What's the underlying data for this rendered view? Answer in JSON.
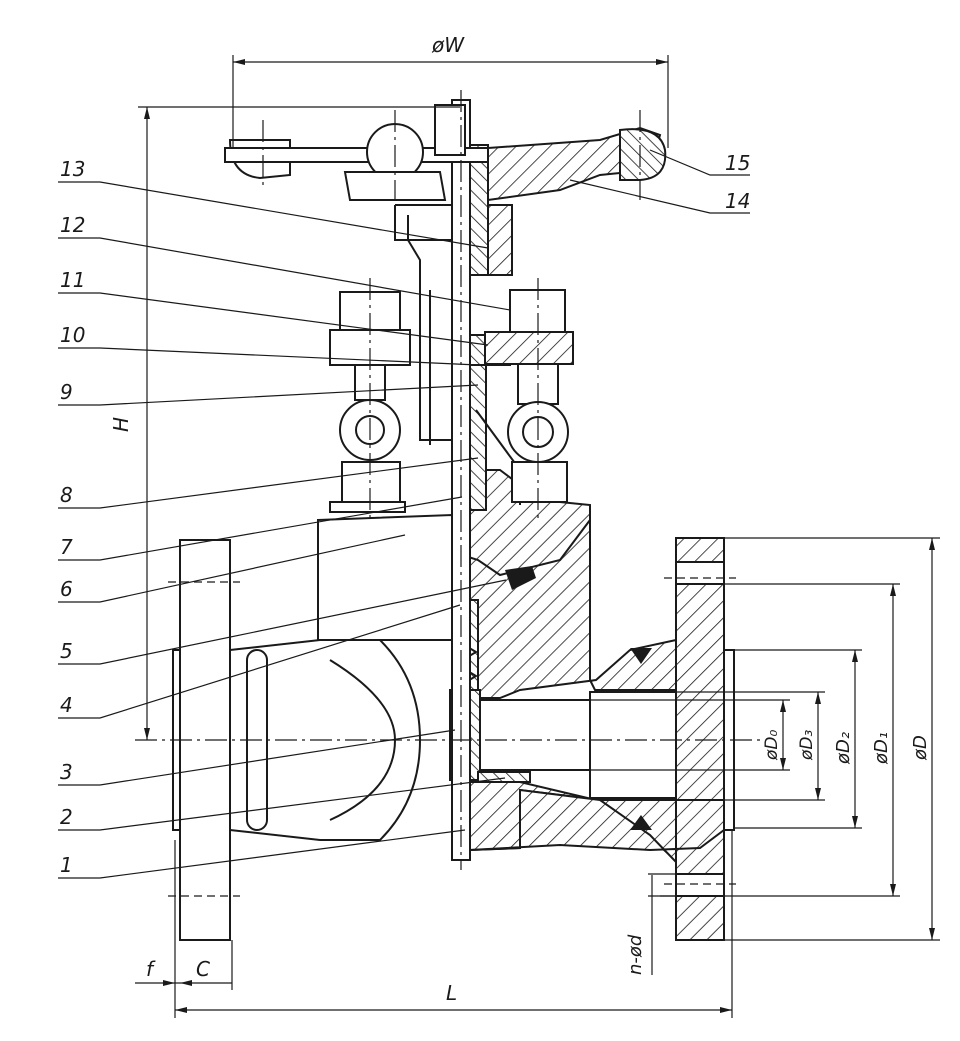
{
  "drawing": {
    "part_numbers": [
      "1",
      "2",
      "3",
      "4",
      "5",
      "6",
      "7",
      "8",
      "9",
      "10",
      "11",
      "12",
      "13",
      "14",
      "15"
    ],
    "dimensions": {
      "wheel_diameter": "øW",
      "height": "H",
      "length": "L",
      "flange_thickness": "C",
      "raised_face": "f",
      "bolt_holes": "n-ød",
      "outer_diameter": "øD",
      "bolt_circle": "øD₁",
      "raised_face_diameter": "øD₂",
      "diameter_3": "øD₃",
      "bore": "øD₀"
    }
  }
}
